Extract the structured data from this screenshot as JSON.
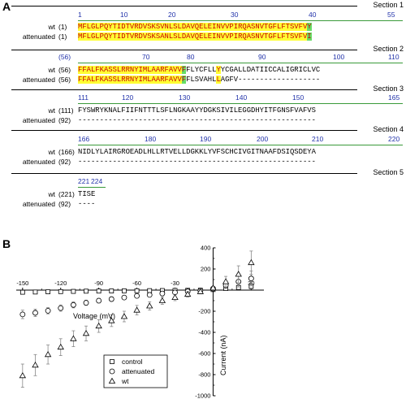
{
  "panels": {
    "a": "A",
    "b": "B"
  },
  "sections": [
    {
      "title": "Section 1",
      "ruler": [
        "1",
        "10",
        "20",
        "30",
        "40",
        "55"
      ],
      "wt_num": "(1)",
      "att_num": "(1)",
      "wt_a": "MFLGLPQYTIDTVRDVSKS",
      "wt_b": "VNLSLDAVQELEINVVPIRQASNVTGFLFTSVFV",
      "wt_c": "Y",
      "att_a": "MFLGLPQYTIDTVRDVSKS",
      "att_b": "ANLSLDAVQELEINVVPIRQASNVTGFLFTSVFV",
      "att_c": "I"
    },
    {
      "title": "Section 2",
      "ruler": [
        "(56)",
        "70",
        "80",
        "90",
        "100",
        "110"
      ],
      "wt_num": "(56)",
      "att_num": "(56)",
      "wt_a": "FFALFKASSLRRNYIMLAARFAVV",
      "wt_b": "F",
      "wt_c": "FLYCFLL",
      "wt_d": "Y",
      "wt_e": "YCGALLDATIICCALIGRICLVC",
      "att_a": "FFALFKASSLRRNYIMLAARFAVV",
      "att_b": "F",
      "att_c": "FLSVAHL",
      "att_d": "L",
      "att_e": "AGFV-------------------"
    },
    {
      "title": "Section 3",
      "ruler": [
        "111",
        "120",
        "130",
        "140",
        "150",
        "165"
      ],
      "wt_num": "(111)",
      "att_num": "(92)",
      "wt": "FYSWRYKNALFIIFNTTTLSFLNGKAAYYDGKSIVILEGGDHYITFGNSFVAFVS",
      "att": "-------------------------------------------------------"
    },
    {
      "title": "Section 4",
      "ruler": [
        "166",
        "180",
        "190",
        "200",
        "210",
        "220"
      ],
      "wt_num": "(166)",
      "att_num": "(92)",
      "wt": "NIDLYLAIRGROEADLHLLRTVELLDGKKLYVFSCHCIVGITNAAFDSIQSDEYA",
      "att": "-------------------------------------------------------"
    },
    {
      "title": "Section 5",
      "ruler": [
        "221",
        "224"
      ],
      "wt_num": "(221)",
      "att_num": "(92)",
      "wt": "TISE",
      "att": "----"
    }
  ],
  "row_labels": {
    "wt": "wt",
    "attenuated": "attenuated"
  },
  "chart_data": {
    "type": "scatter",
    "xlabel": "Voltage (mV)",
    "ylabel": "Current (nA)",
    "xlim": [
      -155,
      40
    ],
    "ylim": [
      -1000,
      400
    ],
    "xticks": [
      -150,
      -120,
      -90,
      -60,
      -30,
      30
    ],
    "yticks": [
      400,
      200,
      -200,
      -400,
      -600,
      -800,
      -1000
    ],
    "legend_position": "bottom-left",
    "series": [
      {
        "name": "control",
        "marker": "square",
        "points": [
          [
            -150,
            -20
          ],
          [
            -140,
            -18
          ],
          [
            -130,
            -16
          ],
          [
            -120,
            -14
          ],
          [
            -110,
            -12
          ],
          [
            -100,
            -10
          ],
          [
            -90,
            -9
          ],
          [
            -80,
            -8
          ],
          [
            -70,
            -7
          ],
          [
            -60,
            -6
          ],
          [
            -50,
            -5
          ],
          [
            -40,
            -4
          ],
          [
            -30,
            -3
          ],
          [
            -20,
            -2
          ],
          [
            -10,
            -1
          ],
          [
            0,
            5
          ],
          [
            10,
            15
          ],
          [
            20,
            25
          ],
          [
            30,
            35
          ]
        ],
        "err": [
          10,
          8,
          8,
          7,
          7,
          6,
          6,
          5,
          5,
          5,
          5,
          5,
          5,
          5,
          5,
          10,
          15,
          20,
          25
        ]
      },
      {
        "name": "attenuated",
        "marker": "circle",
        "points": [
          [
            -150,
            -230
          ],
          [
            -140,
            -215
          ],
          [
            -130,
            -195
          ],
          [
            -120,
            -170
          ],
          [
            -110,
            -140
          ],
          [
            -100,
            -120
          ],
          [
            -90,
            -100
          ],
          [
            -80,
            -85
          ],
          [
            -70,
            -70
          ],
          [
            -60,
            -55
          ],
          [
            -50,
            -45
          ],
          [
            -40,
            -32
          ],
          [
            -30,
            -22
          ],
          [
            -20,
            -12
          ],
          [
            -10,
            -5
          ],
          [
            0,
            15
          ],
          [
            10,
            45
          ],
          [
            20,
            80
          ],
          [
            30,
            110
          ]
        ],
        "err": [
          40,
          35,
          30,
          30,
          28,
          25,
          22,
          20,
          18,
          16,
          14,
          12,
          10,
          10,
          8,
          10,
          30,
          50,
          70
        ]
      },
      {
        "name": "wt",
        "marker": "triangle",
        "points": [
          [
            -150,
            -810
          ],
          [
            -140,
            -710
          ],
          [
            -130,
            -610
          ],
          [
            -120,
            -540
          ],
          [
            -110,
            -460
          ],
          [
            -100,
            -410
          ],
          [
            -90,
            -340
          ],
          [
            -80,
            -290
          ],
          [
            -70,
            -250
          ],
          [
            -60,
            -190
          ],
          [
            -50,
            -150
          ],
          [
            -40,
            -100
          ],
          [
            -30,
            -70
          ],
          [
            -20,
            -40
          ],
          [
            -10,
            -15
          ],
          [
            0,
            20
          ],
          [
            10,
            80
          ],
          [
            20,
            150
          ],
          [
            30,
            260
          ]
        ],
        "err": [
          110,
          100,
          90,
          80,
          75,
          70,
          60,
          55,
          50,
          45,
          40,
          35,
          30,
          25,
          20,
          15,
          50,
          80,
          110
        ]
      }
    ]
  }
}
